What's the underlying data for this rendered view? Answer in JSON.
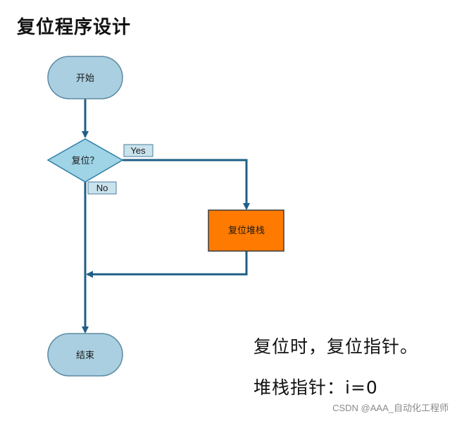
{
  "title": "复位程序设计",
  "flowchart": {
    "start": "开始",
    "decision": "复位？",
    "yes_label": "Yes",
    "no_label": "No",
    "process": "复位堆栈",
    "end": "结束"
  },
  "notes": {
    "line1": "复位时，复位指针。",
    "line2": "堆栈指针：i=0"
  },
  "watermark": "CSDN @AAA_自动化工程师",
  "colors": {
    "terminal_fill": "#a9cfe0",
    "decision_fill": "#9fd3e6",
    "process_fill": "#ff7a00",
    "arrow": "#1f5f86",
    "tag_fill": "#c9e2ec"
  }
}
